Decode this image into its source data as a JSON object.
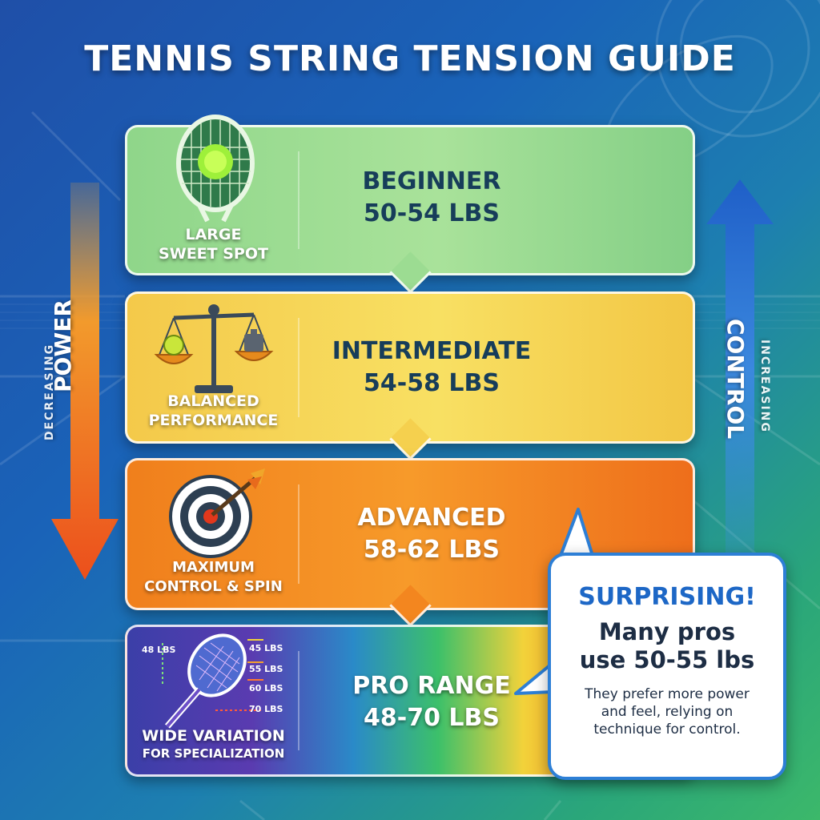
{
  "title": "TENNIS STRING TENSION GUIDE",
  "left_axis": {
    "small": "DECREASING",
    "big": "POWER"
  },
  "right_axis": {
    "small": "INCREASING",
    "big": "CONTROL"
  },
  "tiers": [
    {
      "name": "BEGINNER",
      "range": "50-54 LBS",
      "caption_1": "LARGE",
      "caption_2": "SWEET SPOT",
      "icon": "racket-ball-icon"
    },
    {
      "name": "INTERMEDIATE",
      "range": "54-58 LBS",
      "caption_1": "BALANCED",
      "caption_2": "PERFORMANCE",
      "icon": "scale-icon"
    },
    {
      "name": "ADVANCED",
      "range": "58-62 LBS",
      "caption_1": "MAXIMUM",
      "caption_2": "CONTROL & SPIN",
      "icon": "target-icon"
    },
    {
      "name": "PRO RANGE",
      "range": "48-70 LBS",
      "caption_1": "WIDE VARIATION",
      "caption_2": "FOR SPECIALIZATION",
      "icon": "racket-range-icon",
      "range_labels": [
        "48 LBS",
        "45 LBS",
        "55 LBS",
        "60 LBS",
        "70 LBS"
      ]
    }
  ],
  "callout": {
    "headline": "SURPRISING!",
    "main_1": "Many pros",
    "main_2": "use 50-55 lbs",
    "sub_1": "They prefer more power",
    "sub_2": "and feel, relying on",
    "sub_3": "technique for control."
  },
  "colors": {
    "beginner": "#a9e29a",
    "intermediate": "#f8e063",
    "advanced": "#f79a2a",
    "power_arrow": "#f06a1c",
    "control_arrow": "#2d7fd6",
    "callout_border": "#2d7fd6"
  }
}
